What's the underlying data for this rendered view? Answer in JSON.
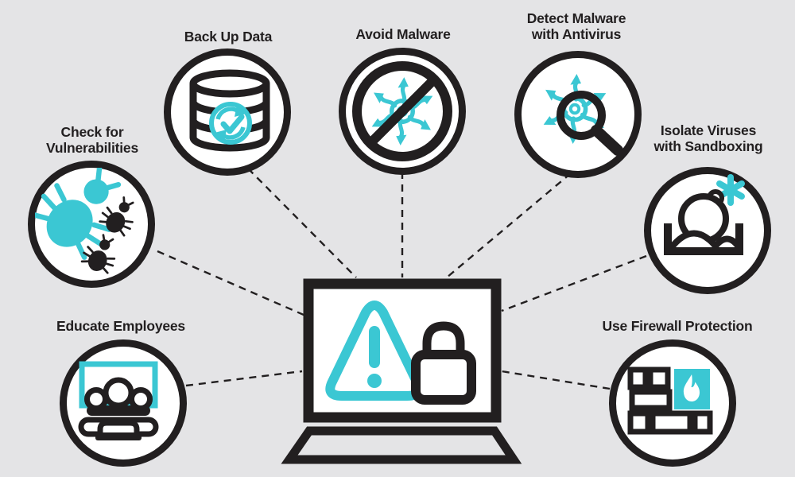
{
  "colors": {
    "bg": "#E4E4E6",
    "ink": "#221F20",
    "accent": "#3BC7D3"
  },
  "center": {
    "id": "infected-laptop",
    "icon": "laptop-warning-lock-icon"
  },
  "nodes": [
    {
      "id": "check-vulnerabilities",
      "label": "Check for\nVulnerabilities",
      "icon": "bugs-icon"
    },
    {
      "id": "back-up-data",
      "label": "Back Up Data",
      "icon": "database-backup-icon"
    },
    {
      "id": "avoid-malware",
      "label": "Avoid Malware",
      "icon": "no-malware-icon"
    },
    {
      "id": "detect-malware",
      "label": "Detect Malware\nwith Antivirus",
      "icon": "malware-magnifier-icon"
    },
    {
      "id": "isolate-viruses",
      "label": "Isolate Viruses\nwith Sandboxing",
      "icon": "sandbox-icon"
    },
    {
      "id": "educate-employees",
      "label": "Educate Employees",
      "icon": "training-presentation-icon"
    },
    {
      "id": "use-firewall",
      "label": "Use Firewall Protection",
      "icon": "firewall-flame-icon"
    }
  ]
}
